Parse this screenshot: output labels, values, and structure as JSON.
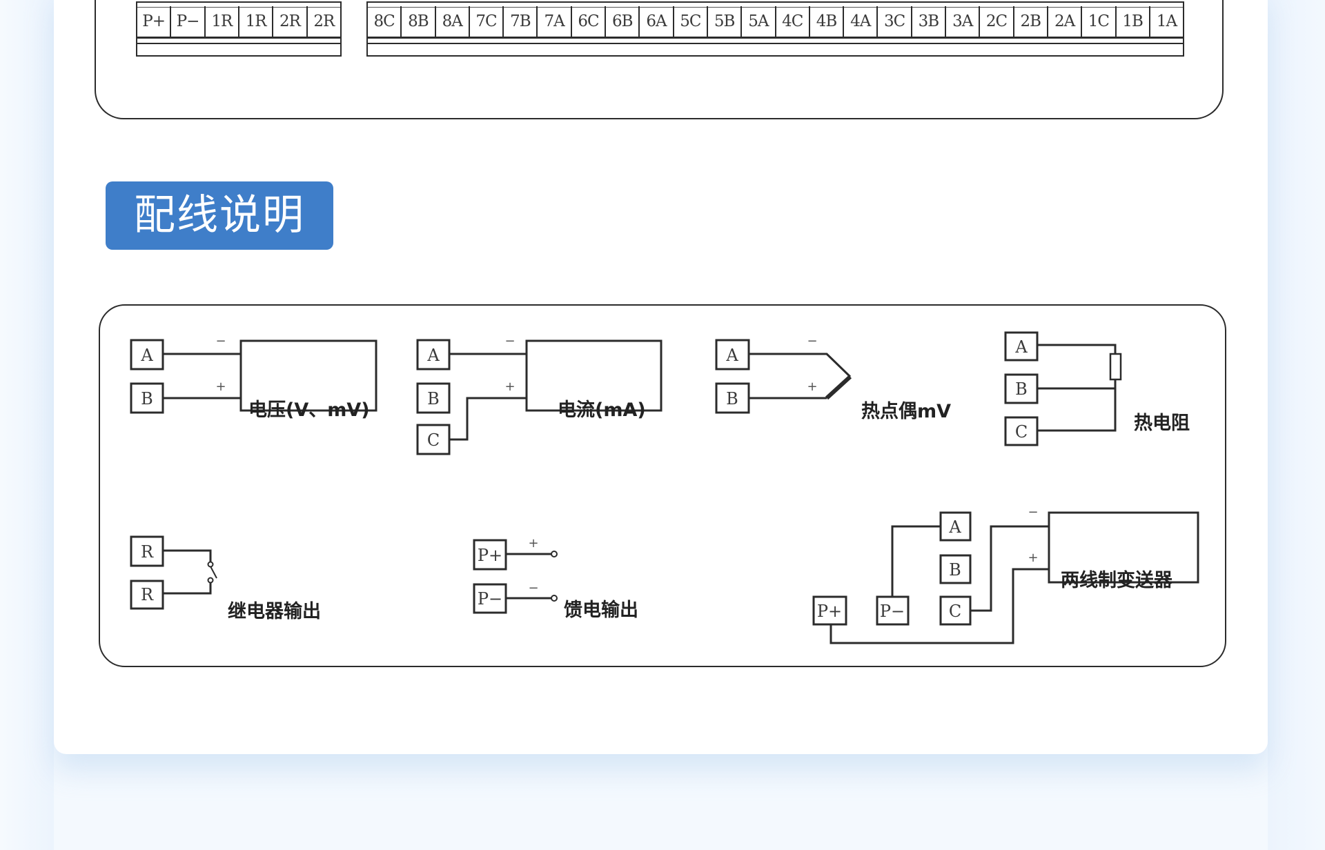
{
  "terminals": {
    "block1": [
      "P+",
      "P−",
      "1R",
      "1R",
      "2R",
      "2R"
    ],
    "block2": [
      "8C",
      "8B",
      "8A",
      "7C",
      "7B",
      "7A",
      "6C",
      "6B",
      "6A",
      "5C",
      "5B",
      "5A",
      "4C",
      "4B",
      "4A",
      "3C",
      "3B",
      "3A",
      "2C",
      "2B",
      "2A",
      "1C",
      "1B",
      "1A"
    ]
  },
  "section_heading": "配线说明",
  "accent_color": "#3f7ec9",
  "wiring": {
    "voltage": {
      "terminals": [
        "A",
        "B"
      ],
      "signs": [
        "−",
        "+"
      ],
      "caption": "电压(V、mV)"
    },
    "current": {
      "terminals": [
        "A",
        "B",
        "C"
      ],
      "signs": [
        "−",
        "+"
      ],
      "caption": "电流(mA)"
    },
    "thermocouple": {
      "terminals": [
        "A",
        "B"
      ],
      "signs": [
        "−",
        "+"
      ],
      "caption": "热点偶mV"
    },
    "rtd": {
      "terminals": [
        "A",
        "B",
        "C"
      ],
      "caption": "热电阻"
    },
    "relay": {
      "terminals": [
        "R",
        "R"
      ],
      "caption": "继电器输出"
    },
    "feed": {
      "terminals": [
        "P+",
        "P−"
      ],
      "signs": [
        "+",
        "−"
      ],
      "caption": "馈电输出"
    },
    "two_wire": {
      "terminals": [
        "A",
        "B",
        "C",
        "P+",
        "P−"
      ],
      "signs": [
        "−",
        "+"
      ],
      "caption": "两线制变送器"
    }
  }
}
